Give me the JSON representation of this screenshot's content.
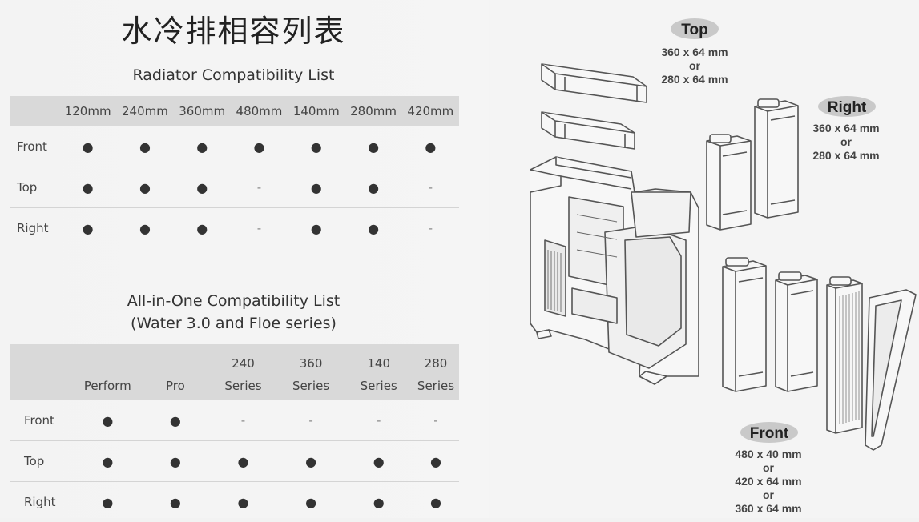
{
  "title_cn": "水冷排相容列表",
  "radiator": {
    "title": "Radiator Compatibility List",
    "header_blank": "",
    "headers": [
      "120mm",
      "240mm",
      "360mm",
      "480mm",
      "140mm",
      "280mm",
      "420mm"
    ],
    "rows": [
      {
        "label": "Front",
        "cells": [
          "●",
          "●",
          "●",
          "●",
          "●",
          "●",
          "●"
        ]
      },
      {
        "label": "Top",
        "cells": [
          "●",
          "●",
          "●",
          "-",
          "●",
          "●",
          "-"
        ]
      },
      {
        "label": "Right",
        "cells": [
          "●",
          "●",
          "●",
          "-",
          "●",
          "●",
          "-"
        ]
      }
    ]
  },
  "aio": {
    "title_line1": "All-in-One Compatibility List",
    "title_line2": "(Water 3.0 and Floe series)",
    "header_blank": "",
    "headers": [
      {
        "line1": "",
        "line2": "Perform"
      },
      {
        "line1": "",
        "line2": "Pro"
      },
      {
        "line1": "240",
        "line2": "Series"
      },
      {
        "line1": "360",
        "line2": "Series"
      },
      {
        "line1": "140",
        "line2": "Series"
      },
      {
        "line1": "280",
        "line2": "Series"
      }
    ],
    "rows": [
      {
        "label": "Front",
        "cells": [
          "●",
          "●",
          "-",
          "-",
          "-",
          "-"
        ]
      },
      {
        "label": "Top",
        "cells": [
          "●",
          "●",
          "●",
          "●",
          "●",
          "●"
        ]
      },
      {
        "label": "Right",
        "cells": [
          "●",
          "●",
          "●",
          "●",
          "●",
          "●"
        ]
      }
    ]
  },
  "diagram": {
    "top": {
      "badge": "Top",
      "lines": [
        "360 x 64 mm",
        "or",
        "280 x 64 mm"
      ]
    },
    "right": {
      "badge": "Right",
      "lines": [
        "360 x 64 mm",
        "or",
        "280 x 64 mm"
      ]
    },
    "front": {
      "badge": "Front",
      "lines": [
        "480 x 40 mm",
        "or",
        "420 x 64 mm",
        "or",
        "360 x 64 mm"
      ]
    }
  }
}
